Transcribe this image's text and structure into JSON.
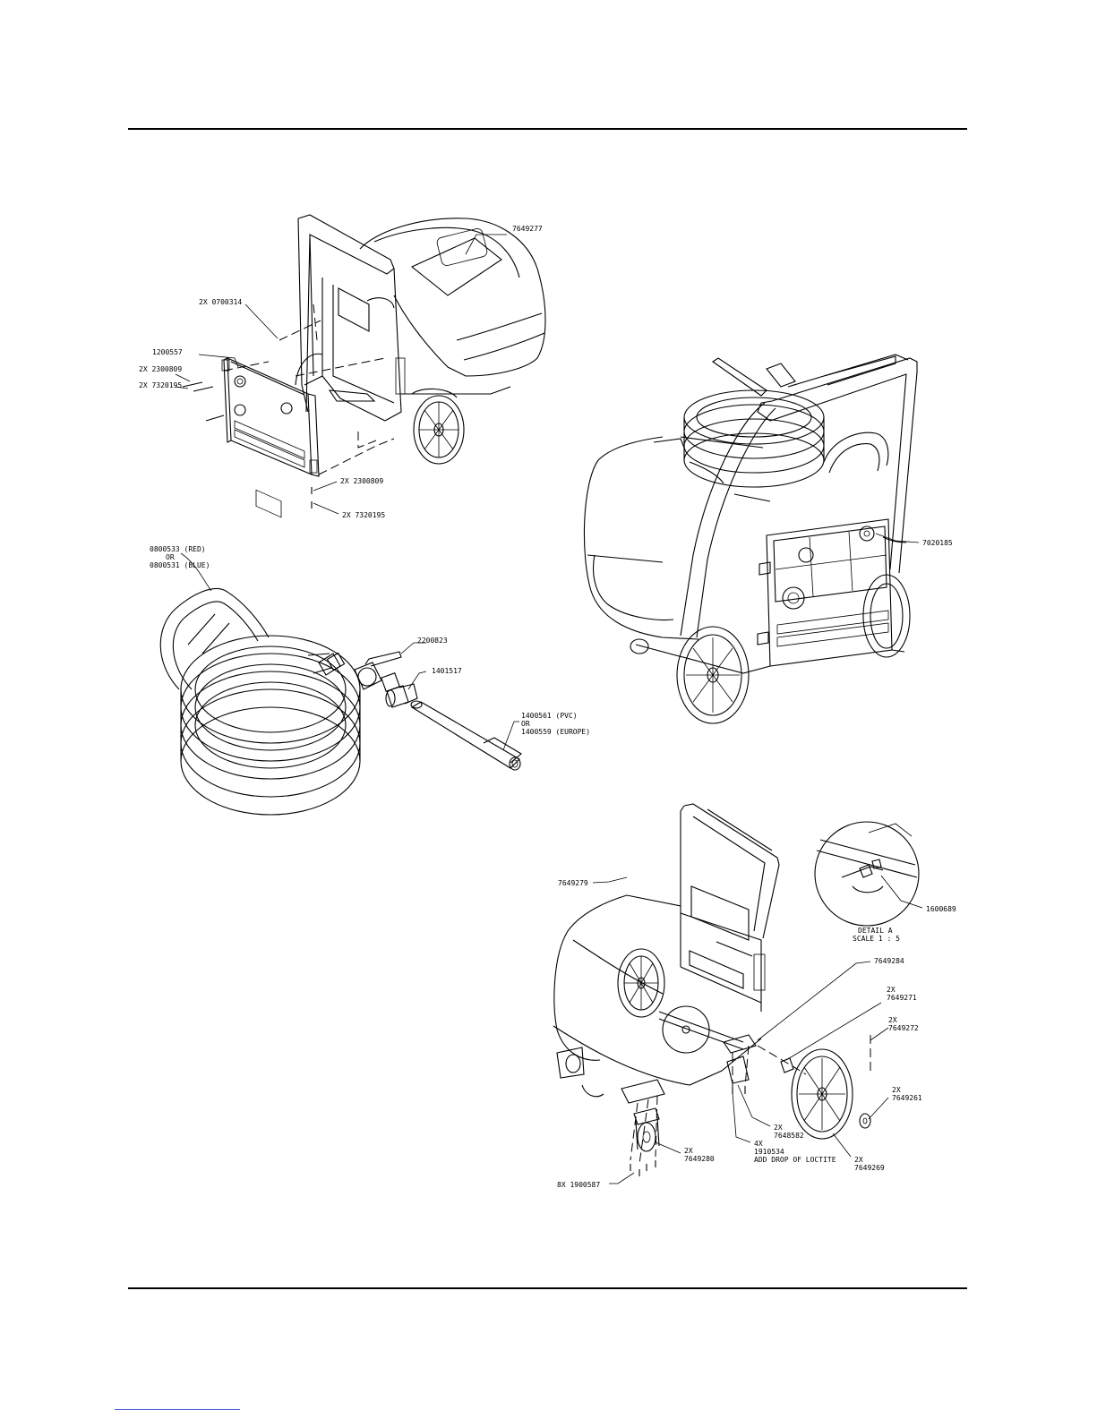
{
  "figure1": {
    "callouts": {
      "c1": "7649277",
      "c2": "2X 0700314",
      "c3": "1200557",
      "c4": "2X 2300809",
      "c5": "2X 7320195",
      "c6": "2X 2300809",
      "c7": "2X 7320195"
    }
  },
  "figure2": {
    "callouts": {
      "hose_a": "0800533 (RED)",
      "hose_or": "OR",
      "hose_b": "0800531 (BLUE)",
      "valve": "2200823",
      "fitting": "1401517",
      "wand_a": "1400561 (PVC)",
      "wand_or": "OR",
      "wand_b": "1400559 (EUROPE)"
    }
  },
  "figure3": {
    "callouts": {
      "c1": "7020185"
    }
  },
  "figure4": {
    "callouts": {
      "body": "7649279",
      "detail_part": "1600689",
      "detail_title": "DETAIL A",
      "detail_scale": "SCALE 1 : 5",
      "bracket": "7649284",
      "spacer_qty": "2X",
      "spacer": "7649271",
      "axle_qty": "2X",
      "axle": "7649272",
      "washer_qty": "2X",
      "washer": "7649261",
      "wheel_qty": "2X",
      "wheel": "7649269",
      "plate_qty": "2X",
      "plate": "7648582",
      "screw_qty": "4X",
      "screw": "1910534",
      "screw_note": "ADD DROP OF LOCTITE",
      "caster_qty": "2X",
      "caster": "7649280",
      "bolts": "8X 1900587"
    }
  }
}
